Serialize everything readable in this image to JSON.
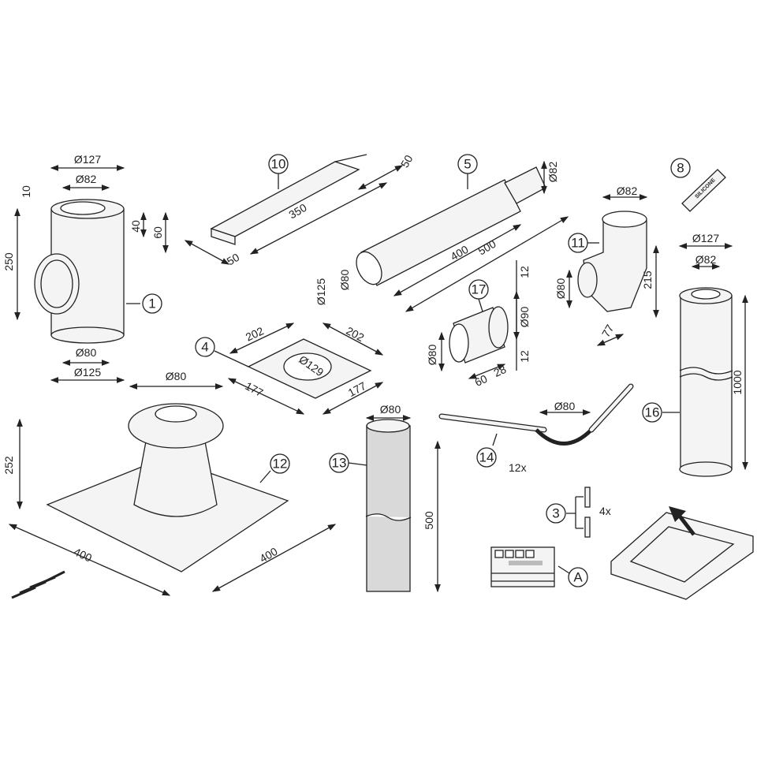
{
  "parts": {
    "p1": {
      "callout": "1",
      "d_outer_top": "Ø127",
      "d_inner_top": "Ø82",
      "h_10": "10",
      "h_40": "40",
      "h_60": "60",
      "h_250": "250",
      "d_inner_bottom": "Ø80",
      "d_outer_bottom": "Ø125"
    },
    "p10": {
      "callout": "10",
      "w_50a": "50",
      "l_350": "350",
      "w_50b": "50"
    },
    "p5": {
      "callout": "5",
      "d_82": "Ø82",
      "l_400": "400",
      "l_500": "500",
      "d_125": "Ø125",
      "d_80": "Ø80"
    },
    "p8": {
      "callout": "8",
      "label": "SILICONE"
    },
    "p11": {
      "callout": "11",
      "d_82": "Ø82",
      "d_80": "Ø80",
      "h_215": "215",
      "w_77": "77"
    },
    "p16": {
      "callout": "16",
      "d_127": "Ø127",
      "d_82": "Ø82",
      "l_1000": "1000"
    },
    "p17": {
      "callout": "17",
      "t_12a": "12",
      "d_90": "Ø90",
      "t_12b": "12",
      "d_80": "Ø80",
      "l_60": "60",
      "l_28": "28"
    },
    "p4": {
      "callout": "4",
      "w_202a": "202",
      "w_202b": "202",
      "d_129": "Ø129",
      "w_177a": "177",
      "w_177b": "177"
    },
    "p12": {
      "callout": "12",
      "d_80": "Ø80",
      "h_252": "252",
      "w_400a": "400",
      "w_400b": "400"
    },
    "p13": {
      "callout": "13",
      "d_80": "Ø80",
      "l_500": "500"
    },
    "p14": {
      "callout": "14",
      "d_80": "Ø80",
      "qty": "12x"
    },
    "p3": {
      "callout": "3",
      "qty": "4x"
    },
    "pA": {
      "callout": "A"
    }
  }
}
